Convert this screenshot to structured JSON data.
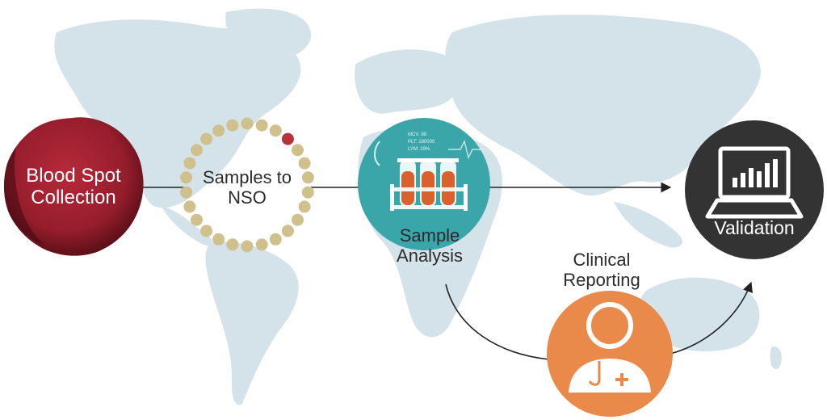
{
  "diagram": {
    "nodes": {
      "blood_spot": {
        "lines": [
          "Blood Spot",
          "Collection"
        ]
      },
      "samples_to_nso": {
        "lines": [
          "Samples to",
          "NSO"
        ],
        "dot_count": 26,
        "dot_color": "#cfc08d",
        "highlight_color": "#b8323a"
      },
      "sample_analysis": {
        "lines": [
          "Sample",
          "Analysis"
        ],
        "monitor_text": [
          "MCV: 88",
          "PLT: 180000",
          "LYM: 29%"
        ]
      },
      "validation": {
        "lines": [
          "Validation"
        ]
      },
      "clinical_reporting": {
        "lines": [
          "Clinical",
          "Reporting"
        ]
      }
    },
    "colors": {
      "map": "#d3e3e9",
      "blood": "#9c1f2e",
      "analysis": "#3aa6a9",
      "validation": "#333333",
      "clinical": "#e9894a",
      "line": "#222222"
    }
  }
}
